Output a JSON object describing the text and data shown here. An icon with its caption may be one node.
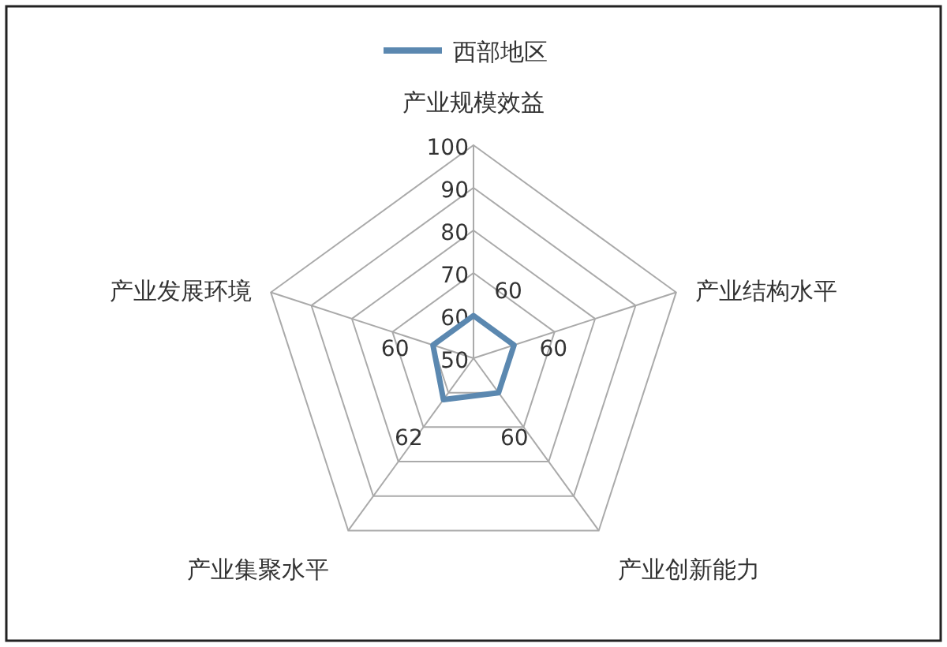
{
  "diagram": {
    "chart_data": {
      "type": "radar",
      "categories": [
        "产业规模效益",
        "产业结构水平",
        "产业创新能力",
        "产业集聚水平",
        "产业发展环境"
      ],
      "series": [
        {
          "name": "西部地区",
          "color": "#5b88b0",
          "values": [
            60,
            60,
            60,
            62,
            60
          ]
        }
      ],
      "ylim": [
        50,
        100
      ],
      "yticks": [
        50,
        60,
        70,
        80,
        90,
        100
      ],
      "data_labels": true
    }
  }
}
